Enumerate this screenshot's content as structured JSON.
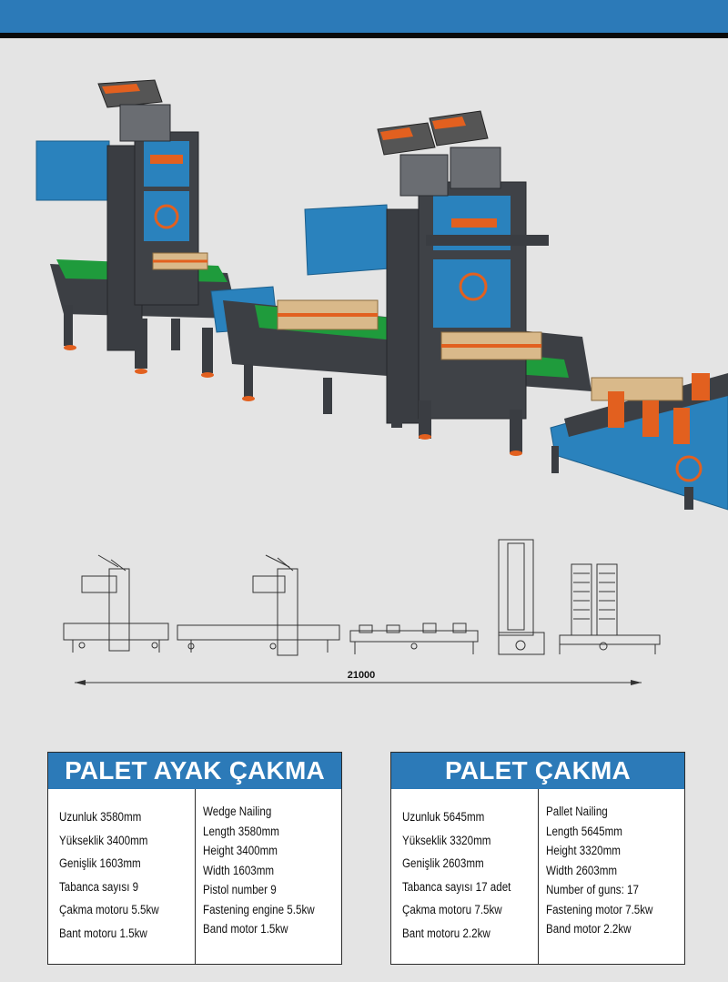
{
  "dimension_label": "21000",
  "colors": {
    "header_blue": "#2c7ab8",
    "machine_blue": "#2a82bd",
    "machine_dark": "#3c3f44",
    "accent_orange": "#e2601f",
    "conveyor_green": "#1f9b3c"
  },
  "cards": [
    {
      "title": "PALET AYAK ÇAKMA",
      "tr": [
        "Uzunluk 3580mm",
        "Yükseklik 3400mm",
        "Genişlik 1603mm",
        "Tabanca sayısı 9",
        "Çakma motoru 5.5kw",
        "Bant motoru 1.5kw"
      ],
      "en": [
        "Wedge Nailing",
        "Length 3580mm",
        "Height 3400mm",
        "Width 1603mm",
        "Pistol number 9",
        "Fastening engine 5.5kw",
        "Band motor 1.5kw"
      ]
    },
    {
      "title": "PALET ÇAKMA",
      "tr": [
        "Uzunluk 5645mm",
        "Yükseklik 3320mm",
        "Genişlik 2603mm",
        "Tabanca sayısı 17 adet",
        "Çakma motoru 7.5kw",
        "Bant motoru 2.2kw"
      ],
      "en": [
        "Pallet Nailing",
        "Length 5645mm",
        "Height 3320mm",
        "Width 2603mm",
        "Number of guns: 17",
        "Fastening motor 7.5kw",
        "Band motor 2.2kw"
      ]
    }
  ]
}
